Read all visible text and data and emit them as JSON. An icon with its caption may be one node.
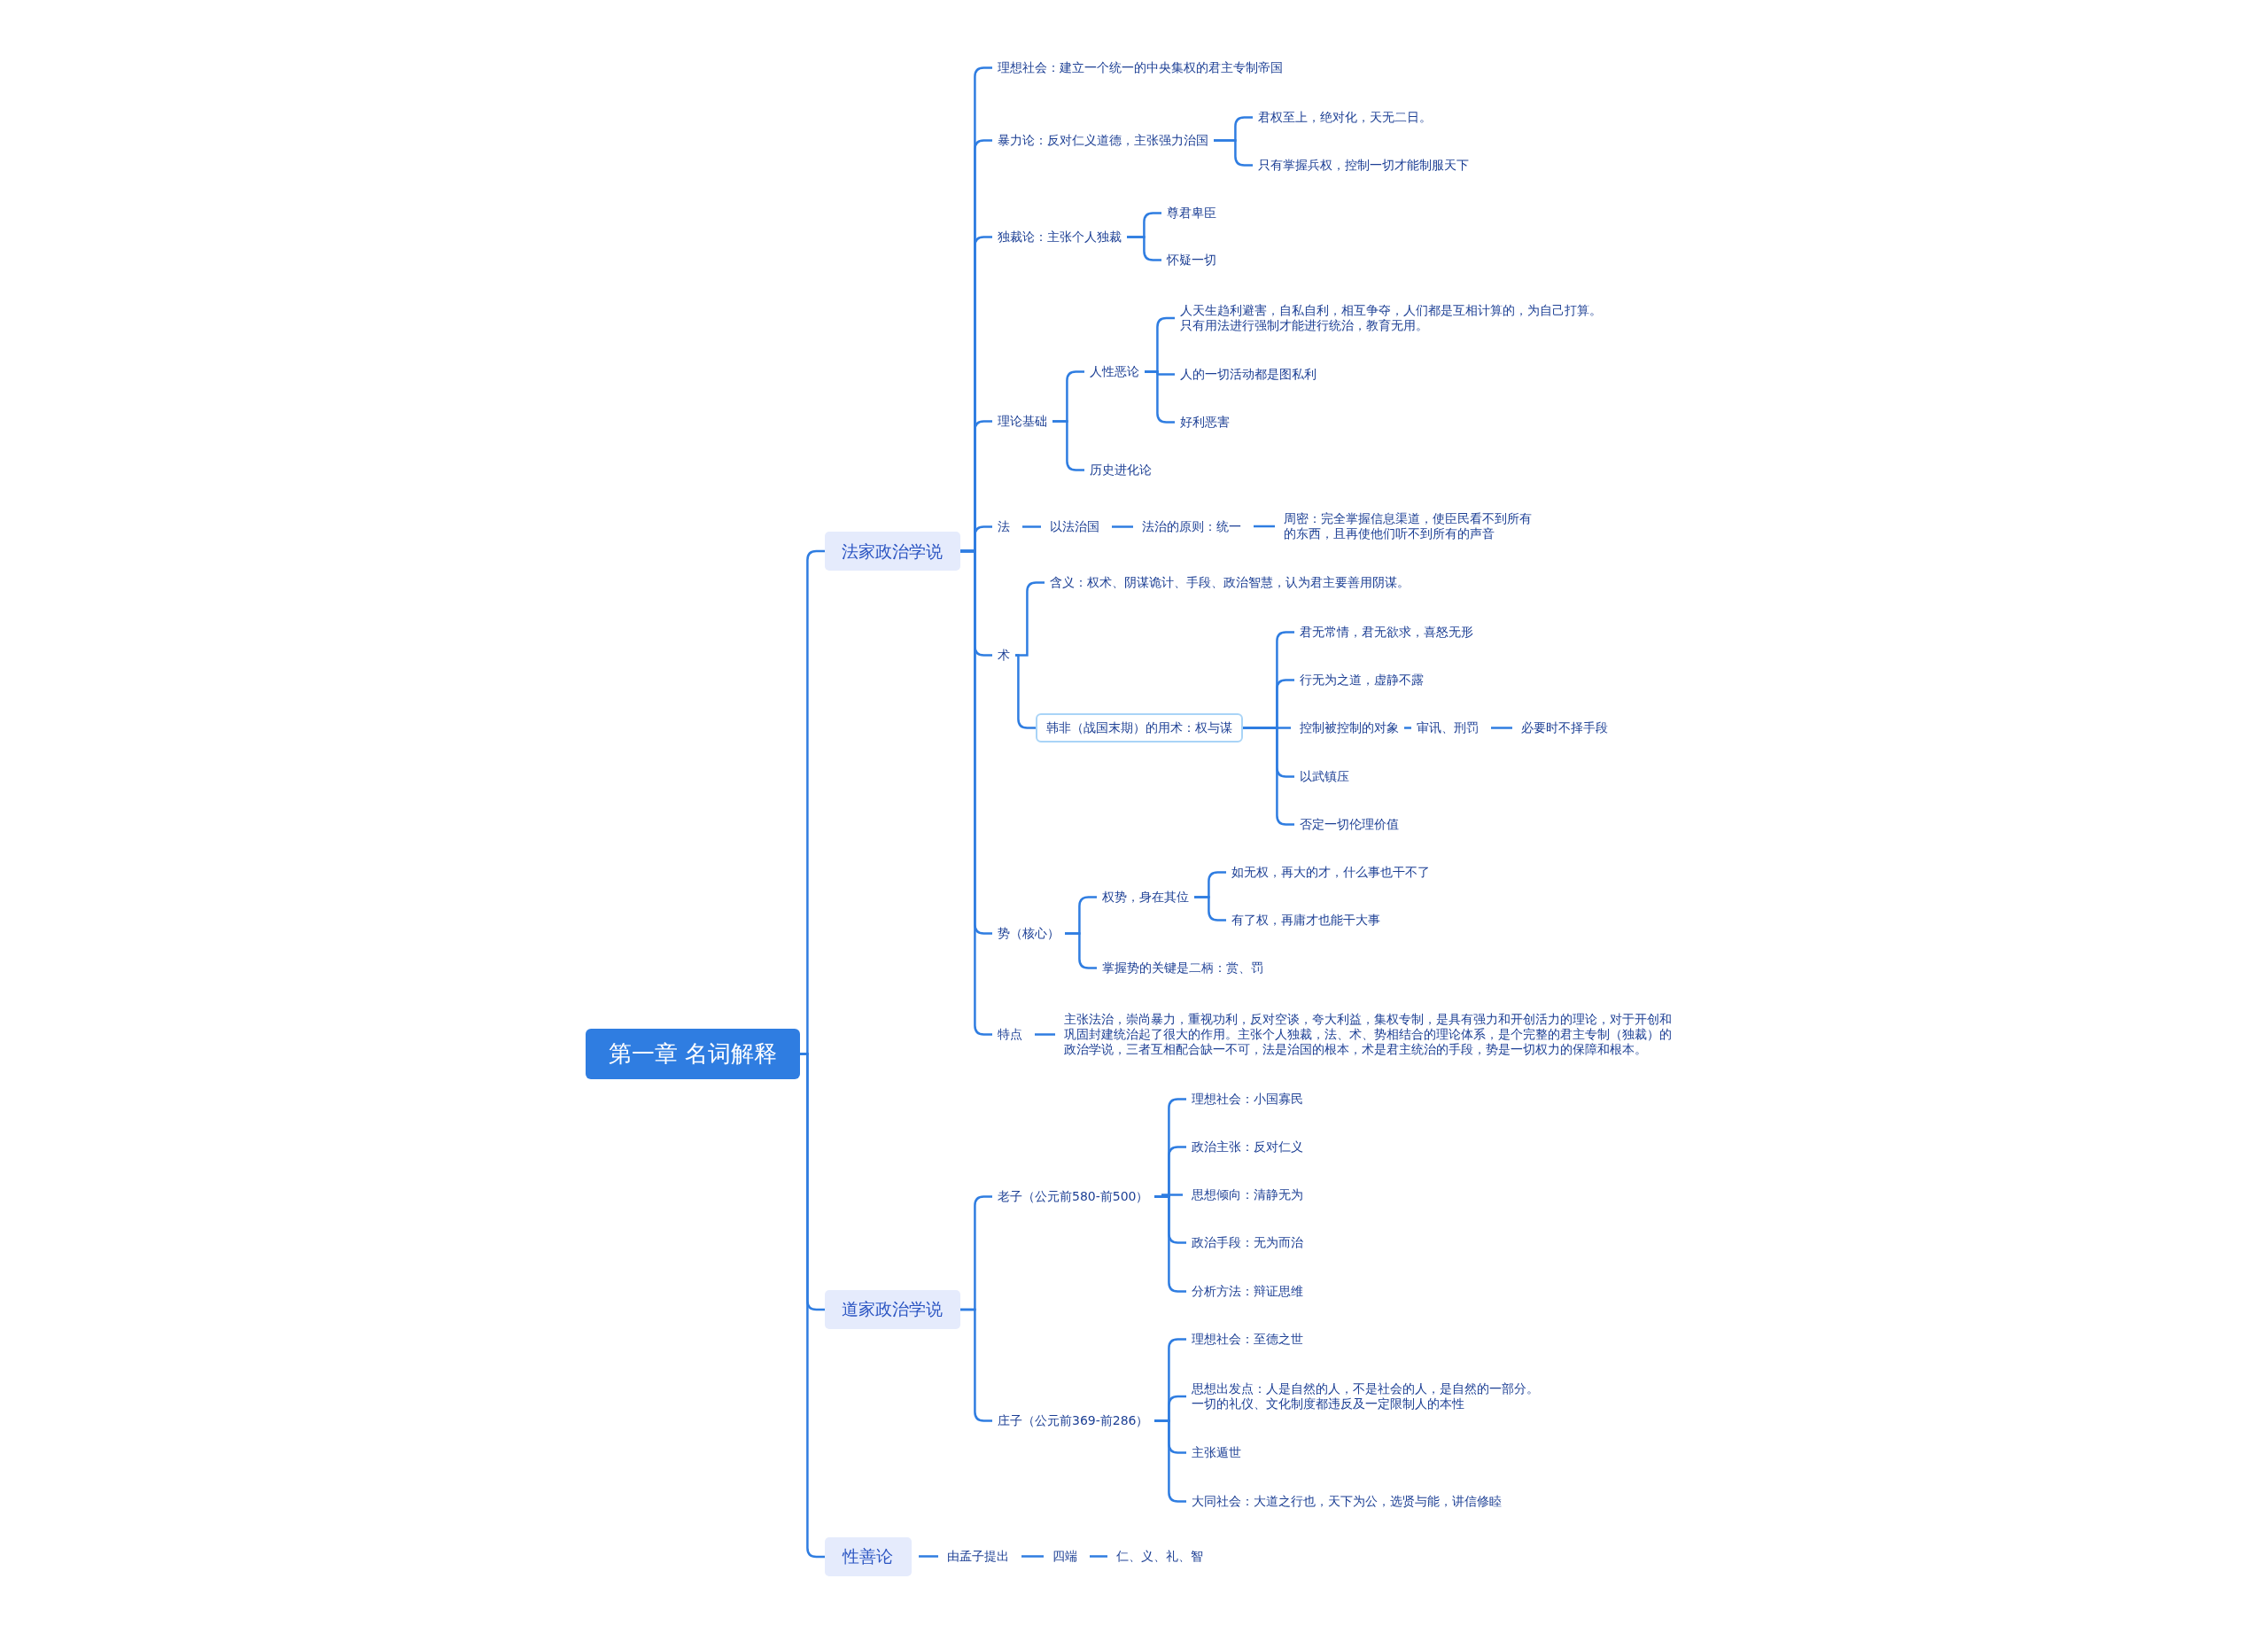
{
  "diagram": {
    "nodes": [
      {
        "text": [
          "第一章 名词解释"
        ]
      },
      {
        "text": [
          "法家政治学说"
        ]
      },
      {
        "text": [
          "理想社会：建立一个统一的中央集权的君主专制帝国"
        ]
      },
      {
        "text": [
          "暴力论：反对仁义道德，主张强力治国"
        ]
      },
      {
        "text": [
          "君权至上，绝对化，天无二日。"
        ]
      },
      {
        "text": [
          "只有掌握兵权，控制一切才能制服天下"
        ]
      },
      {
        "text": [
          "独裁论：主张个人独裁"
        ]
      },
      {
        "text": [
          "尊君卑臣"
        ]
      },
      {
        "text": [
          "怀疑一切"
        ]
      },
      {
        "text": [
          "理论基础"
        ]
      },
      {
        "text": [
          "人性恶论"
        ]
      },
      {
        "text": [
          "人天生趋利避害，自私自利，相互争夺，人们都是互相计算的，为自己打算。只有用法进行强制才能进行统治，教育无用。"
        ]
      },
      {
        "text": [
          "人的一切活动都是图私利"
        ]
      },
      {
        "text": [
          "好利恶害"
        ]
      },
      {
        "text": [
          "历史进化论"
        ]
      },
      {
        "text": [
          "法"
        ]
      },
      {
        "text": [
          "以法治国"
        ]
      },
      {
        "text": [
          "法治的原则：统一"
        ]
      },
      {
        "text": [
          "周密：完全掌握信息渠道，使臣民看不到所有的东西，且再使他们听不到所有的声音"
        ]
      },
      {
        "text": [
          "术"
        ]
      },
      {
        "text": [
          "含义：权术、阴谋诡计、手段、政治智慧，认为君主要善用阴谋。"
        ]
      },
      {
        "text": [
          "韩非（战国末期）的用术：权与谋"
        ]
      },
      {
        "text": [
          "君无常情，君无欲求，喜怒无形"
        ]
      },
      {
        "text": [
          "行无为之道，虚静不露"
        ]
      },
      {
        "text": [
          "控制被控制的对象"
        ]
      },
      {
        "text": [
          "审讯、刑罚"
        ]
      },
      {
        "text": [
          "必要时不择手段"
        ]
      },
      {
        "text": [
          "以武镇压"
        ]
      },
      {
        "text": [
          "否定一切伦理价值"
        ]
      },
      {
        "text": [
          "势（核心）"
        ]
      },
      {
        "text": [
          "权势，身在其位"
        ]
      },
      {
        "text": [
          "如无权，再大的才，什么事也干不了"
        ]
      },
      {
        "text": [
          "有了权，再庸才也能干大事"
        ]
      },
      {
        "text": [
          "掌握势的关键是二柄：赏、罚"
        ]
      },
      {
        "text": [
          "特点"
        ]
      },
      {
        "text": [
          "主张法治，崇尚暴力，重视功利，反对空谈，夸大利益，集权专制，是具有强力和开创活力的理论，对于开创和巩固封建统治起了很大的作用。主张个人独裁，法、术、势相结合的理论体系，是个完整的君主专制（独裁）的政治学说，三者互相配合缺一不可，法是治国的根本，术是君主统治的手段，势是一切权力的保障和根本。"
        ]
      },
      {
        "text": [
          "道家政治学说"
        ]
      },
      {
        "text": [
          "老子（公元前580-前500）"
        ]
      },
      {
        "text": [
          "理想社会：小国寡民"
        ]
      },
      {
        "text": [
          "政治主张：反对仁义"
        ]
      },
      {
        "text": [
          "思想倾向：清静无为"
        ]
      },
      {
        "text": [
          "政治手段：无为而治"
        ]
      },
      {
        "text": [
          "分析方法：辩证思维"
        ]
      },
      {
        "text": [
          "庄子（公元前369-前286）"
        ]
      },
      {
        "text": [
          "理想社会：至德之世"
        ]
      },
      {
        "text": [
          "思想出发点：人是自然的人，不是社会的人，是自然的一部分。一切的礼仪、文化制度都违反及一定限制人的本性"
        ]
      },
      {
        "text": [
          "主张遁世"
        ]
      },
      {
        "text": [
          "大同社会：大道之行也，天下为公，选贤与能，讲信修睦"
        ]
      },
      {
        "text": [
          "性善论"
        ]
      },
      {
        "text": [
          "由孟子提出"
        ]
      },
      {
        "text": [
          "四端"
        ]
      },
      {
        "text": [
          "仁、义、礼、智"
        ]
      }
    ],
    "edges": [
      {
        "from": 0,
        "to": 1,
        "arrow": "none"
      },
      {
        "from": 1,
        "to": 2,
        "arrow": "none"
      },
      {
        "from": 1,
        "to": 3,
        "arrow": "none"
      },
      {
        "from": 3,
        "to": 4,
        "arrow": "none"
      },
      {
        "from": 3,
        "to": 5,
        "arrow": "none"
      },
      {
        "from": 1,
        "to": 6,
        "arrow": "none"
      },
      {
        "from": 6,
        "to": 7,
        "arrow": "none"
      },
      {
        "from": 6,
        "to": 8,
        "arrow": "none"
      },
      {
        "from": 1,
        "to": 9,
        "arrow": "none"
      },
      {
        "from": 9,
        "to": 10,
        "arrow": "none"
      },
      {
        "from": 10,
        "to": 11,
        "arrow": "none"
      },
      {
        "from": 10,
        "to": 12,
        "arrow": "none"
      },
      {
        "from": 10,
        "to": 13,
        "arrow": "none"
      },
      {
        "from": 9,
        "to": 14,
        "arrow": "none"
      },
      {
        "from": 1,
        "to": 15,
        "arrow": "none"
      },
      {
        "from": 15,
        "to": 16,
        "arrow": "none"
      },
      {
        "from": 16,
        "to": 17,
        "arrow": "none"
      },
      {
        "from": 17,
        "to": 18,
        "arrow": "none"
      },
      {
        "from": 1,
        "to": 19,
        "arrow": "none"
      },
      {
        "from": 19,
        "to": 20,
        "arrow": "none"
      },
      {
        "from": 19,
        "to": 21,
        "arrow": "none"
      },
      {
        "from": 21,
        "to": 22,
        "arrow": "none"
      },
      {
        "from": 21,
        "to": 23,
        "arrow": "none"
      },
      {
        "from": 21,
        "to": 24,
        "arrow": "none"
      },
      {
        "from": 24,
        "to": 25,
        "arrow": "none"
      },
      {
        "from": 25,
        "to": 26,
        "arrow": "none"
      },
      {
        "from": 21,
        "to": 27,
        "arrow": "none"
      },
      {
        "from": 21,
        "to": 28,
        "arrow": "none"
      },
      {
        "from": 1,
        "to": 29,
        "arrow": "none"
      },
      {
        "from": 29,
        "to": 30,
        "arrow": "none"
      },
      {
        "from": 30,
        "to": 31,
        "arrow": "none"
      },
      {
        "from": 30,
        "to": 32,
        "arrow": "none"
      },
      {
        "from": 29,
        "to": 33,
        "arrow": "none"
      },
      {
        "from": 1,
        "to": 34,
        "arrow": "none"
      },
      {
        "from": 34,
        "to": 35,
        "arrow": "none"
      },
      {
        "from": 0,
        "to": 36,
        "arrow": "none"
      },
      {
        "from": 36,
        "to": 37,
        "arrow": "none"
      },
      {
        "from": 37,
        "to": 38,
        "arrow": "none"
      },
      {
        "from": 37,
        "to": 39,
        "arrow": "none"
      },
      {
        "from": 37,
        "to": 40,
        "arrow": "none"
      },
      {
        "from": 37,
        "to": 41,
        "arrow": "none"
      },
      {
        "from": 37,
        "to": 42,
        "arrow": "none"
      },
      {
        "from": 36,
        "to": 43,
        "arrow": "none"
      },
      {
        "from": 43,
        "to": 44,
        "arrow": "none"
      },
      {
        "from": 43,
        "to": 45,
        "arrow": "none"
      },
      {
        "from": 43,
        "to": 46,
        "arrow": "none"
      },
      {
        "from": 43,
        "to": 47,
        "arrow": "none"
      },
      {
        "from": 0,
        "to": 48,
        "arrow": "none"
      },
      {
        "from": 48,
        "to": 49,
        "arrow": "none"
      },
      {
        "from": 49,
        "to": 50,
        "arrow": "none"
      },
      {
        "from": 50,
        "to": 51,
        "arrow": "none"
      }
    ]
  }
}
